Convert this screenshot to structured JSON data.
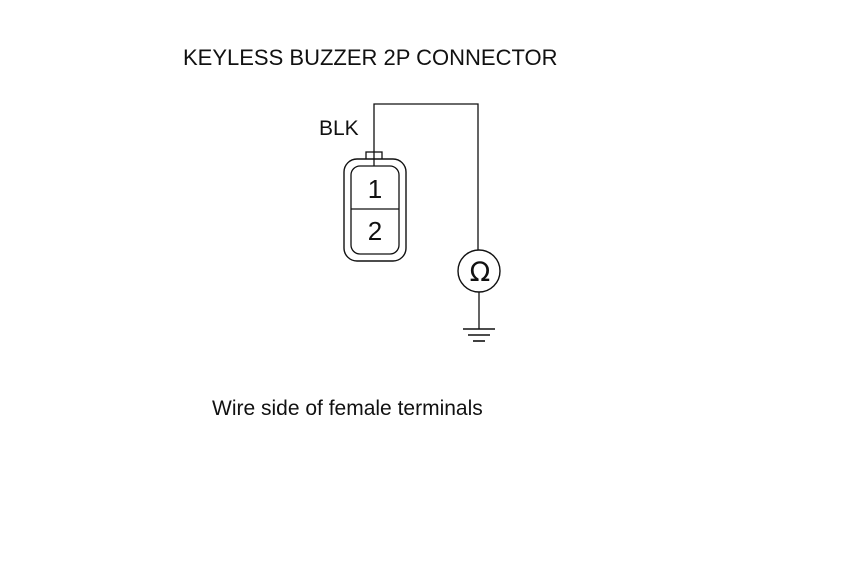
{
  "diagram": {
    "title": "KEYLESS BUZZER 2P CONNECTOR",
    "wire_color": "BLK",
    "caption": "Wire side of female terminals",
    "connector": {
      "terminals": [
        "1",
        "2"
      ]
    },
    "meter": {
      "symbol": "Ω",
      "icon": "ohmmeter-icon"
    },
    "ground": {
      "icon": "ground-icon"
    },
    "line_color": "#111111"
  }
}
